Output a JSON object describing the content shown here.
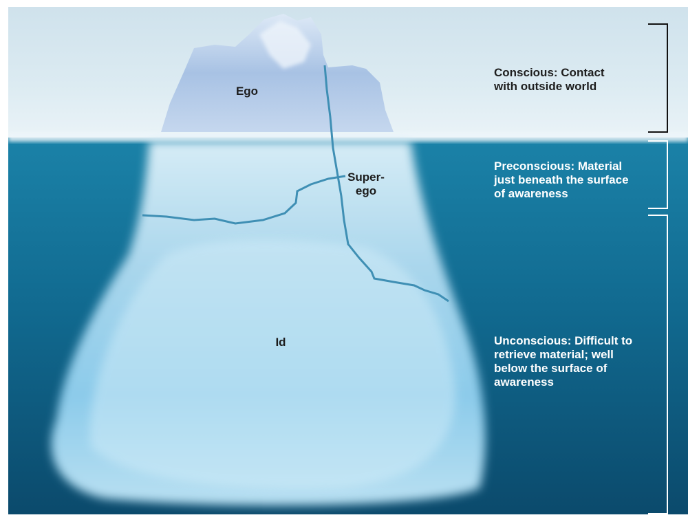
{
  "parts": {
    "ego": "Ego",
    "superego_line1": "Super-",
    "superego_line2": "ego",
    "id": "Id"
  },
  "levels": {
    "conscious": [
      "Conscious: Contact",
      "with outside world"
    ],
    "preconscious": [
      "Preconscious: Material",
      "just beneath the surface",
      "of awareness"
    ],
    "unconscious": [
      "Unconscious: Difficult to",
      "retrieve material; well",
      "below the surface of",
      "awareness"
    ]
  },
  "colors": {
    "sky": "#d6e6ef",
    "water_top": "#1a7ea3",
    "water_bottom": "#0c4c6e",
    "ice": "#c8e4f2",
    "bracket_dark": "#111111",
    "bracket_light": "#ffffff"
  }
}
